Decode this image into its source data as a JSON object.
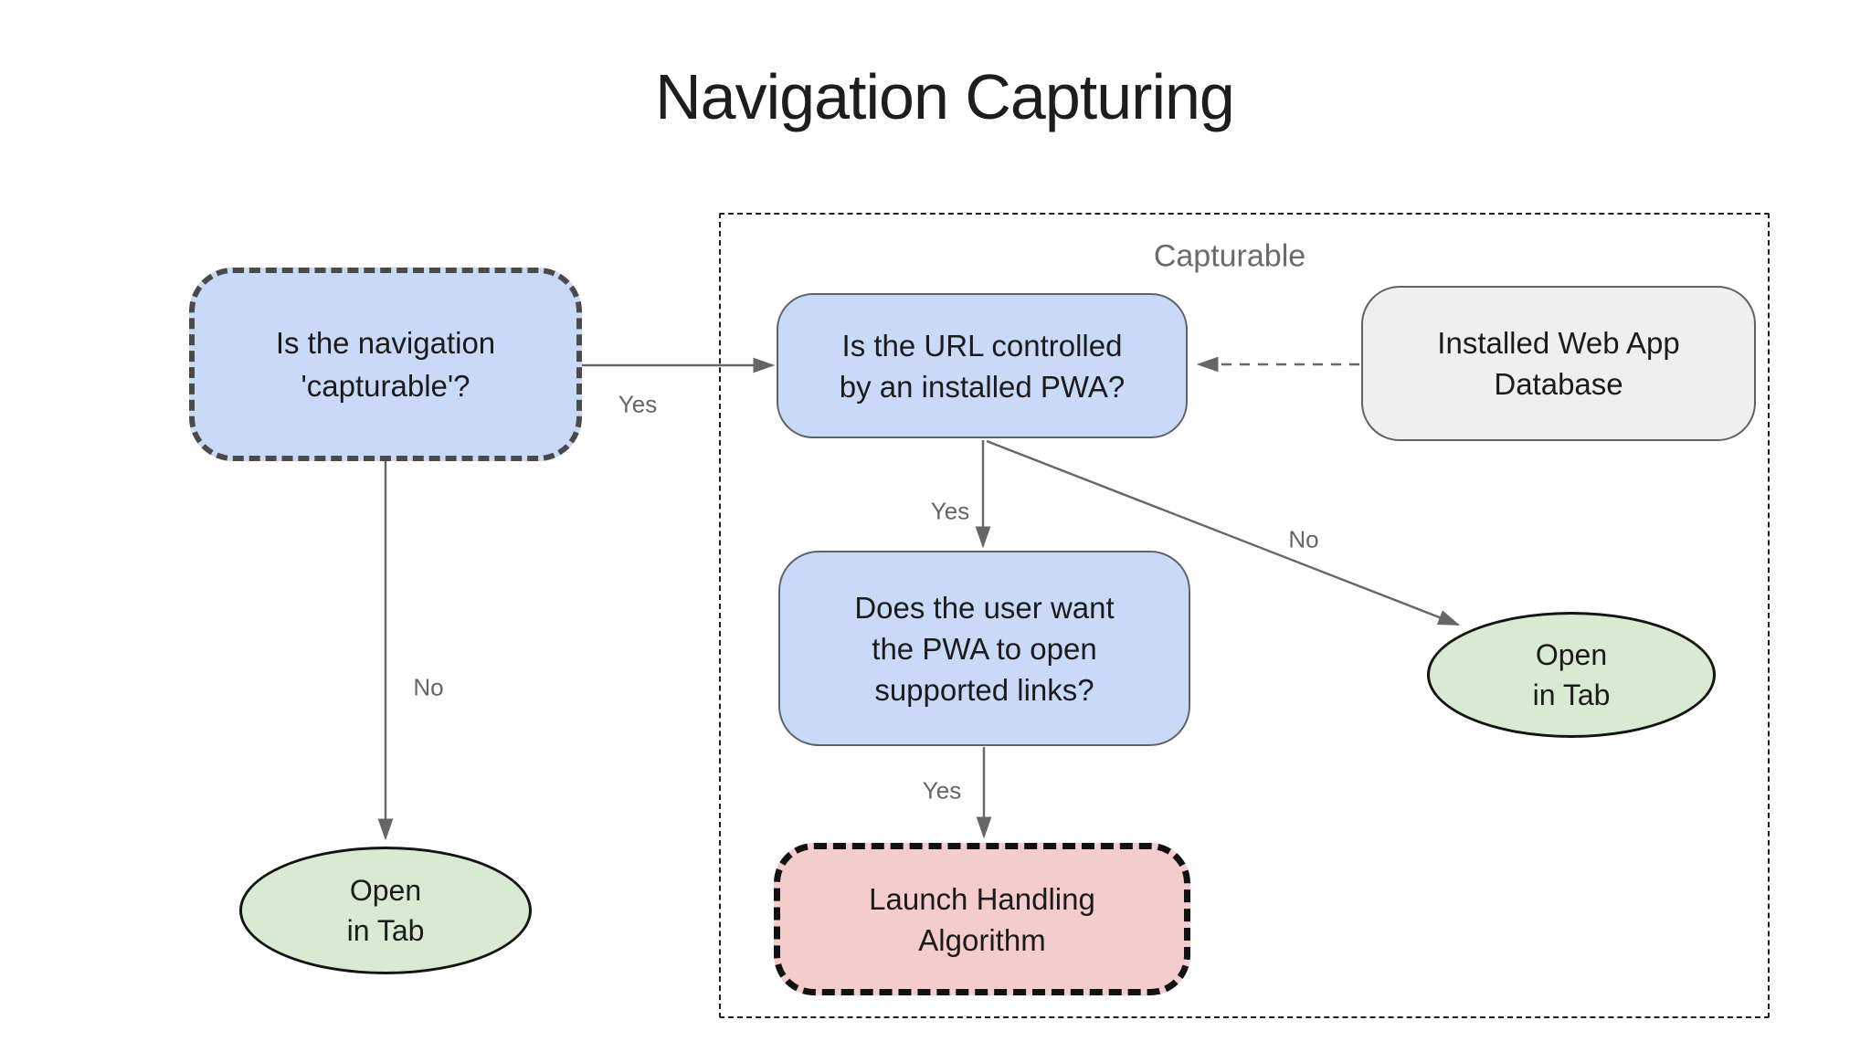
{
  "title": "Navigation Capturing",
  "container": {
    "label": "Capturable"
  },
  "nodes": {
    "capturable_question": {
      "line1": "Is the navigation",
      "line2": "'capturable'?"
    },
    "url_controlled": {
      "line1": "Is the URL controlled",
      "line2": "by an installed PWA?"
    },
    "installed_db": {
      "line1": "Installed Web App",
      "line2": "Database"
    },
    "user_wants": {
      "line1": "Does the user want",
      "line2": "the PWA to open",
      "line3": "supported links?"
    },
    "launch_handling": {
      "line1": "Launch Handling",
      "line2": "Algorithm"
    },
    "open_in_tab_left": {
      "line1": "Open",
      "line2": "in Tab"
    },
    "open_in_tab_right": {
      "line1": "Open",
      "line2": "in Tab"
    }
  },
  "edges": {
    "capturable_yes": "Yes",
    "capturable_no": "No",
    "url_yes": "Yes",
    "url_no": "No",
    "user_wants_yes": "Yes"
  },
  "colors": {
    "node_blue": "#c9daf8",
    "node_green": "#d9ead3",
    "node_pink": "#f4cccc",
    "node_gray": "#efefef",
    "border_gray": "#5f6368",
    "dash_dark_gray": "#4a4a4a",
    "dash_black": "#111111",
    "arrow_gray": "#666666"
  }
}
